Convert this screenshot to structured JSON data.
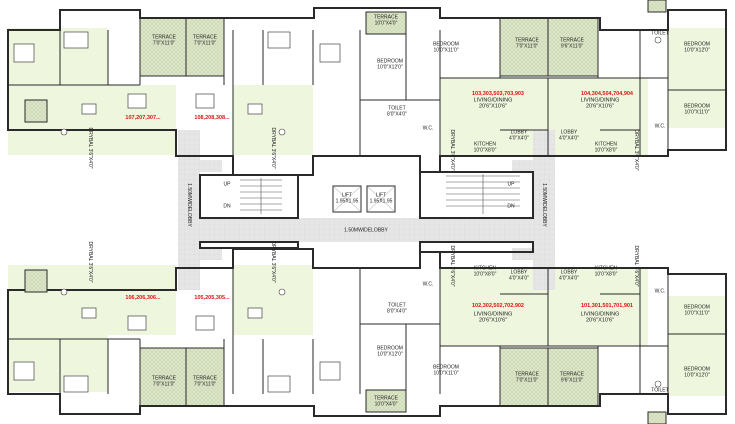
{
  "colors": {
    "living": "#eef6dd",
    "terrace": "#dde7c8",
    "lobby": "#e4e4e4",
    "wall": "#2a2a2a",
    "unit_label": "#e01010"
  },
  "units": {
    "north_left_a": "107,207,307...",
    "north_left_b": "108,208,308...",
    "north_right_a": "103,303,503,703,903",
    "north_right_b": "104,304,504,704,904",
    "south_left_a": "106,206,306...",
    "south_left_b": "105,205,305...",
    "south_right_a": "102,302,502,702,902",
    "south_right_b": "101,301,501,701,901"
  },
  "rooms": {
    "terrace_7x11": "TERRACE\n7'0\"X11'0\"",
    "terrace_10x4": "TERRACE\n10'0\"X4'0\"",
    "terrace_9x11": "TERRACE\n9'6\"X11'0\"",
    "bedroom_10x12": "BEDROOM\n10'0\"X12'0\"",
    "bedroom_10x11": "BEDROOM\n10'0\"X11'0\"",
    "living_dining": "LIVING/DINING\n20'6\"X10'6\"",
    "kitchen": "KITCHEN\n10'0\"X8'0\"",
    "toilet_8x4": "TOILET\n8'0\"X4'0\"",
    "toilet": "TOILET",
    "wc": "W.C.",
    "lobby_small": "LOBBY\n4'0\"X4'0\"",
    "lift": "LIFT\n1.95X1.95",
    "dry_bal": "DRYBAL\n3'6\"X4'0\"",
    "up": "UP",
    "dn": "DN",
    "wide_lobby": "1.50MWIDELOBBY"
  }
}
